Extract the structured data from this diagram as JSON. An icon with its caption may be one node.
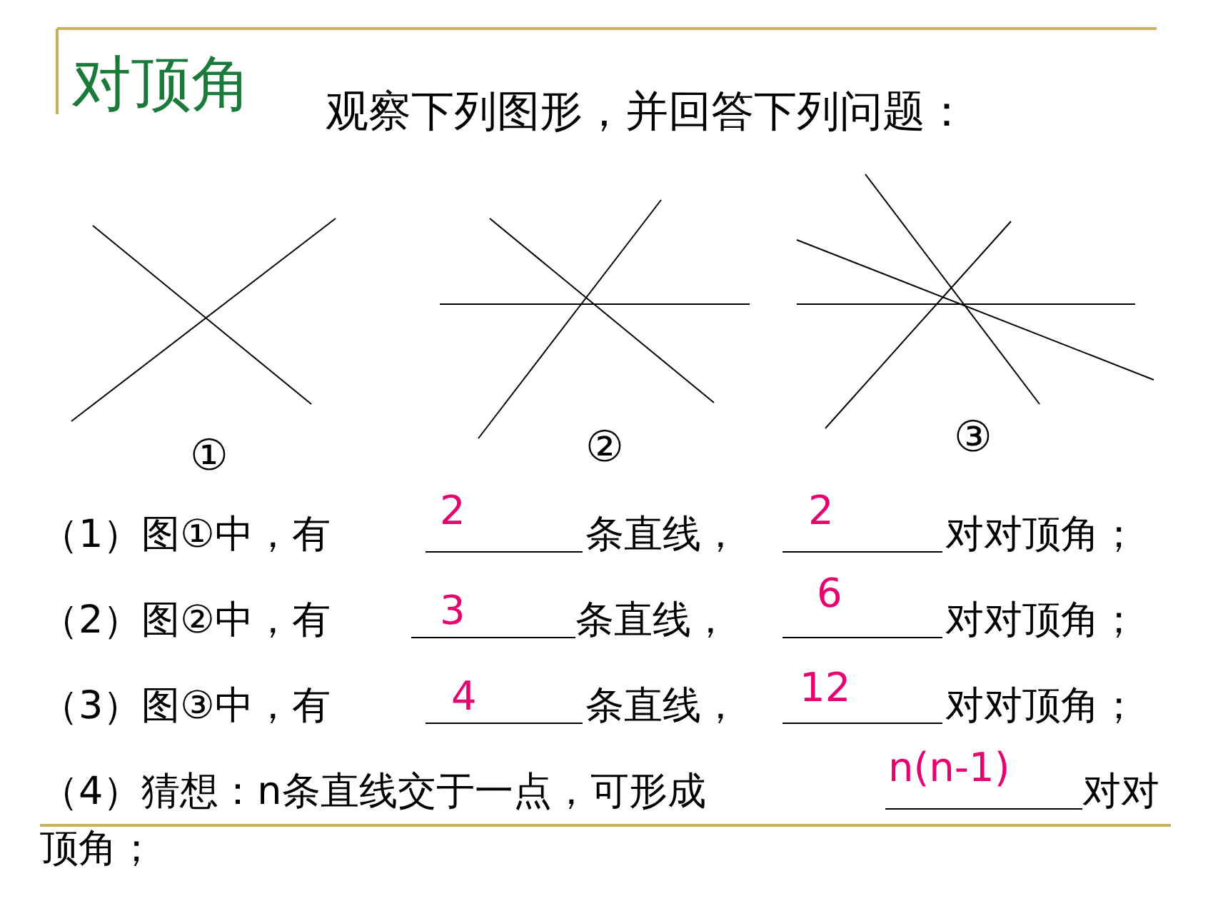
{
  "diagram": {
    "title": "对顶角",
    "labels": [
      "观察下列图形，并回答下列问题：",
      "①",
      "②",
      "③",
      "（1）图①中，有",
      "2",
      "条直线，",
      "2",
      "对对顶角；",
      "（2）图②中，有",
      "3",
      "条直线，",
      "6",
      "对对顶角；",
      "（3）图③中，有",
      "4",
      "条直线，",
      "12",
      "对对顶角；",
      "（4）猜想：n条直线交于一点，可形成",
      "n(n-1)",
      "对对顶角；"
    ]
  }
}
